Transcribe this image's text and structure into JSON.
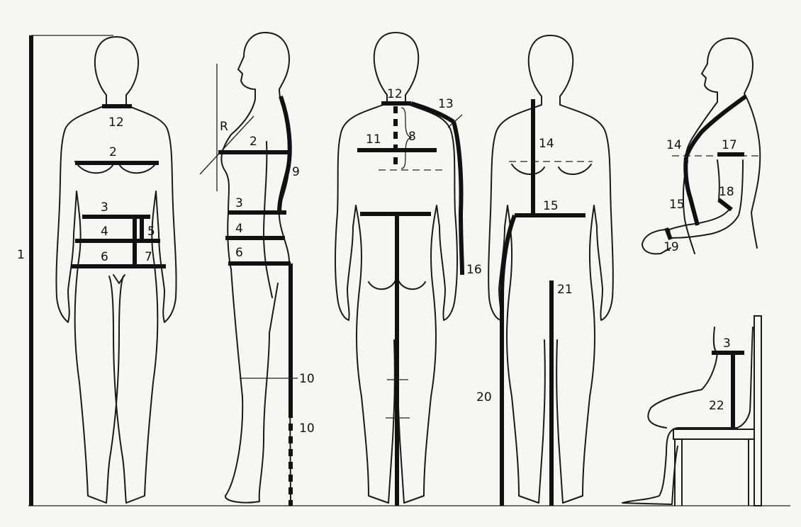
{
  "labels": {
    "l1": "1",
    "l2a": "2",
    "l2b": "2",
    "l3a": "3",
    "l3b": "3",
    "l3c": "3",
    "l4a": "4",
    "l4b": "4",
    "l5": "5",
    "l6a": "6",
    "l6b": "6",
    "l7": "7",
    "l8": "8",
    "l9": "9",
    "l10a": "10",
    "l10b": "10",
    "l11": "11",
    "l12a": "12",
    "l12b": "12",
    "l13": "13",
    "l14a": "14",
    "l14b": "14",
    "l15a": "15",
    "l15b": "15",
    "l16": "16",
    "l17": "17",
    "l18": "18",
    "l19": "19",
    "l20": "20",
    "l21": "21",
    "l22": "22",
    "lR": "R"
  },
  "colors": {
    "ink": "#111111",
    "paper": "#f7f6f2"
  }
}
